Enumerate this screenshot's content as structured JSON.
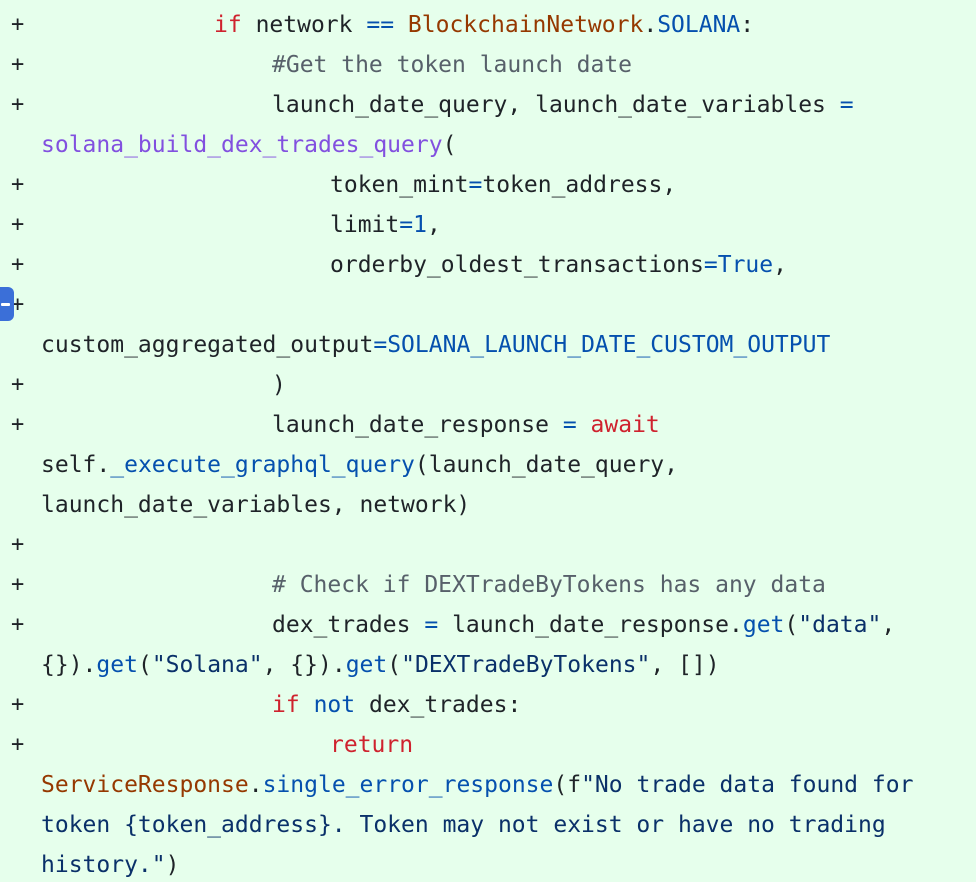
{
  "diff": {
    "marker": "+",
    "tokens": {
      "if": "if",
      "network": "network",
      "eq": "==",
      "blockchain_network": "BlockchainNetwork",
      "dot": ".",
      "solana_const": "SOLANA",
      "colon": ":",
      "comment_launch": "#Get the token launch date",
      "launch_vars": "launch_date_query, launch_date_variables",
      "assign": "=",
      "build_fn": "solana_build_dex_trades_query",
      "paren_open": "(",
      "token_mint": "token_mint",
      "token_address_arg": "token_address,",
      "limit": "limit",
      "one": "1",
      "comma": ",",
      "orderby": "orderby_oldest_transactions",
      "true_val": "True",
      "custom_output": "custom_aggregated_output",
      "output_const": "SOLANA_LAUNCH_DATE_CUSTOM_OUTPUT",
      "paren_close": ")",
      "launch_response": "launch_date_response",
      "await": "await",
      "self_dot": "self.",
      "execute_fn": "_execute_graphql_query",
      "exec_args": "(launch_date_query,",
      "exec_args2": "launch_date_variables, network)",
      "comment_check": "# Check if DEXTradeByTokens has any data",
      "dex_trades": "dex_trades",
      "launch_response_dot": "launch_date_response.",
      "get": "get",
      "str_data": "\"data\"",
      "empty_dict": "{})",
      "str_solana": "\"Solana\"",
      "empty_dict_sp": ", {})",
      "str_dex": "\"DEXTradeByTokens\"",
      "empty_list": ", [])",
      "not": "not",
      "dex_trades_colon": "dex_trades:",
      "return": "return",
      "service_response": "ServiceResponse",
      "error_fn": "single_error_response",
      "f_prefix": "(f",
      "err_str_1": "\"No trade data found for",
      "err_str_2": "token {token_address}. Token may not exist or have no trading",
      "err_str_3": "history.\"",
      "close_paren": ")"
    }
  }
}
